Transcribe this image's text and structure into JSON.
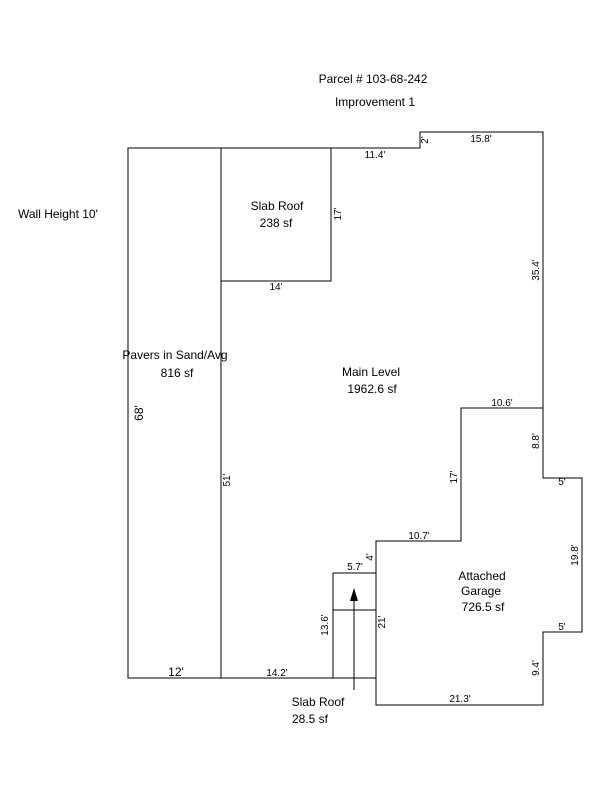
{
  "header": {
    "parcel": "Parcel # 103-68-242",
    "improvement": "Improvement 1"
  },
  "wall_height": "Wall Height 10'",
  "areas": {
    "pavers": {
      "name": "Pavers in Sand/Avg",
      "area": "816 sf"
    },
    "slab_roof_top": {
      "name": "Slab Roof",
      "area": "238 sf"
    },
    "main_level": {
      "name": "Main Level",
      "area": "1962.6 sf"
    },
    "garage": {
      "name_line1": "Attached",
      "name_line2": "Garage",
      "area": "726.5 sf"
    },
    "slab_roof_bottom": {
      "name": "Slab Roof",
      "area": "28.5 sf"
    }
  },
  "dimensions": {
    "top_right": "15.8'",
    "step_top": "2'",
    "top_mid": "11.4'",
    "slab_side": "17'",
    "slab_bottom": "14'",
    "right_upper": "35.4'",
    "pavers_height": "68'",
    "inner_wall": "51'",
    "mid_step_top": "10.6'",
    "right_step": "8.8'",
    "mid_step_vert": "17'",
    "garage_top_notch": "5'",
    "garage_right": "19.8'",
    "garage_bottom_notch": "5'",
    "garage_lower_right": "9.4'",
    "garage_bottom": "21.3'",
    "garage_left": "21'",
    "entry_top": "10.7'",
    "small_step": "4'",
    "small_slab_top": "5.7'",
    "small_slab_side": "13.6'",
    "bottom_mid": "14.2'",
    "pavers_bottom": "12'"
  }
}
